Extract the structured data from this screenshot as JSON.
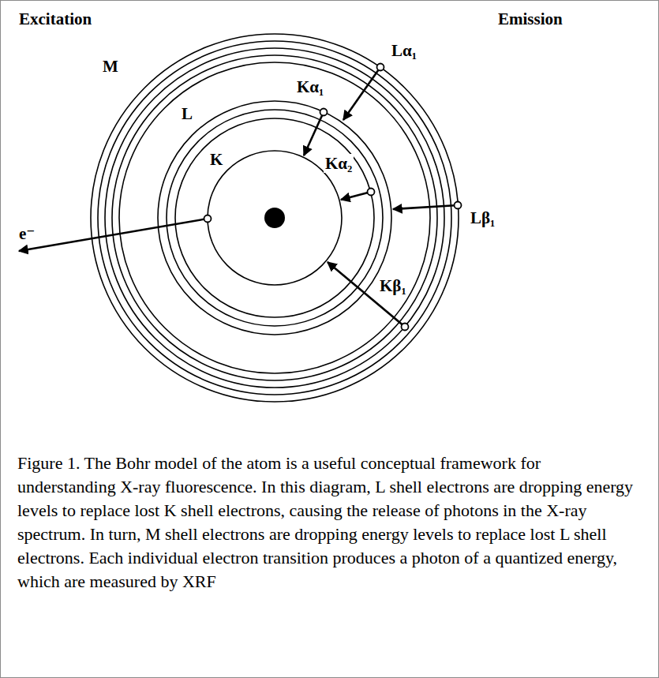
{
  "diagram": {
    "caption": "Figure 1. The Bohr model of the atom is a useful conceptual framework for understanding X-ray fluorescence. In this diagram, L shell electrons are dropping energy levels to replace lost K shell electrons, causing the release of photons in the X-ray spectrum. In turn, M shell electrons are dropping energy levels to replace lost L shell electrons. Each individual electron transition produces a photon of a quantized energy, which are measured by XRF",
    "labels": [
      "Excitation",
      "Emission",
      "M",
      "L",
      "K",
      "Lα₁",
      "Kα₁",
      "Kα₂",
      "Lβ₁",
      "Kβ₁",
      "e⁻"
    ]
  }
}
